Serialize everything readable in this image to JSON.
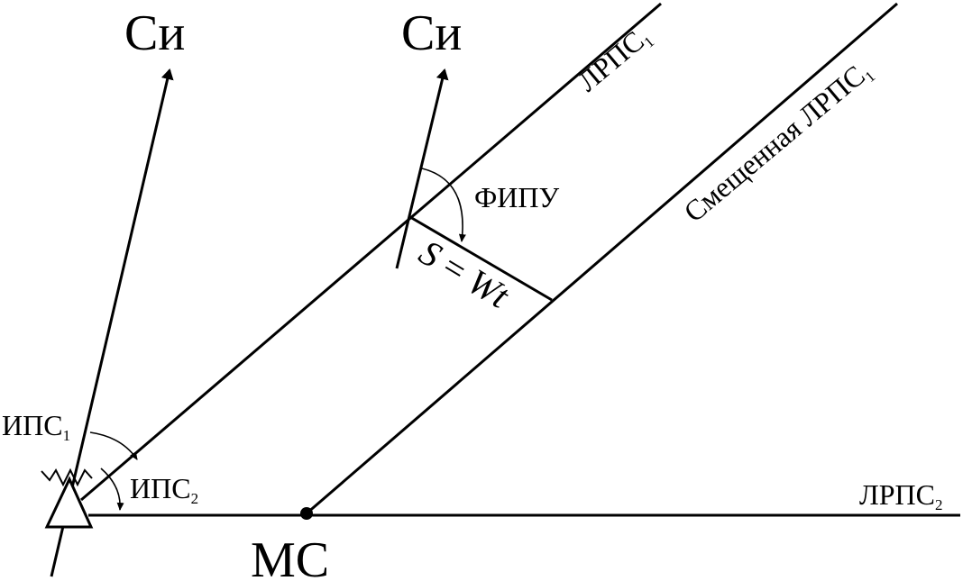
{
  "labels": {
    "north_1": "Си",
    "north_2": "Си",
    "lrps1_top": "ЛРПС",
    "lrps1_top_sub": "1",
    "shifted_lrps1": "Смещенная ЛРПС",
    "shifted_lrps1_sub": "1",
    "fipu": "ФИПУ",
    "formula_s": "S",
    "formula_eq": " = ",
    "formula_wt": "Wt",
    "ips1": "ИПС",
    "ips1_sub": "1",
    "ips2": "ИПС",
    "ips2_sub": "2",
    "lrps2": "ЛРПС",
    "lrps2_sub": "2",
    "ms": "МС"
  }
}
